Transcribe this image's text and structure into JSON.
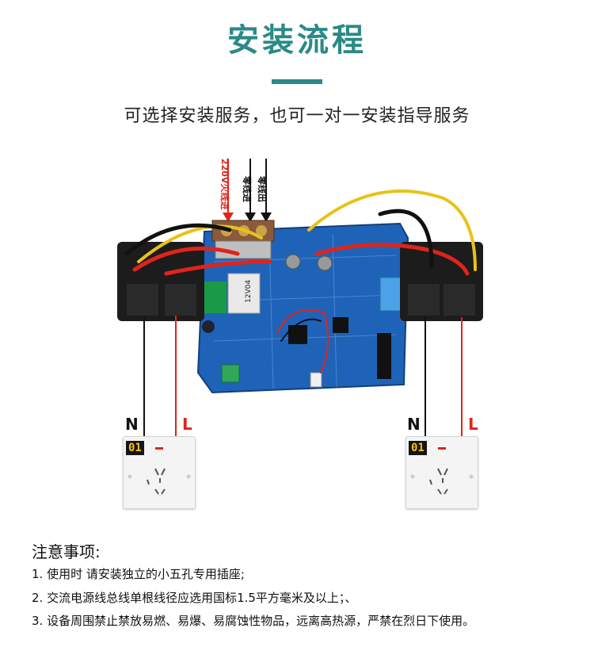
{
  "header": {
    "title": "安装流程",
    "subtitle": "可选择安装服务，也可一对一安装指导服务"
  },
  "diagram": {
    "wire_labels": {
      "live_in": "220V火线进",
      "neutral_in": "零线进",
      "neutral_out": "零线出"
    },
    "left_socket": {
      "n_label": "N",
      "l_label": "L",
      "badge": "01"
    },
    "right_socket": {
      "n_label": "N",
      "l_label": "L",
      "badge": "01"
    },
    "board_label": "12V04",
    "colors": {
      "live": "#e0241b",
      "neutral": "#111111",
      "board": "#1e63b8",
      "teal": "#2a8a87"
    }
  },
  "notes": {
    "title": "注意事项:",
    "items": [
      "1. 使用时 请安装独立的小五孔专用插座;",
      "2. 交流电源线总线单根线径应选用国标1.5平方毫米及以上；、",
      "3. 设备周围禁止禁放易燃、易爆、易腐蚀性物品，远离高热源，严禁在烈日下使用。"
    ]
  }
}
